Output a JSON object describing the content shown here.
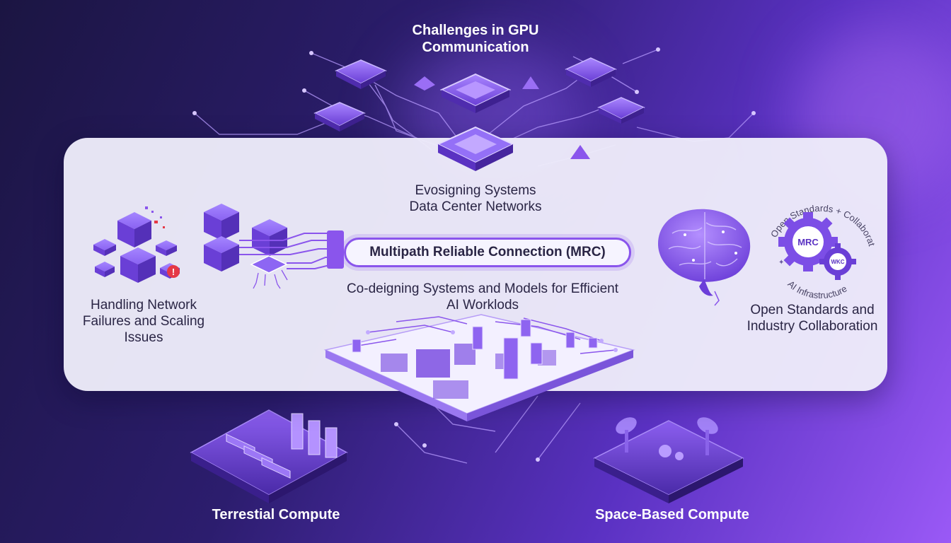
{
  "title": "Challenges in GPU\nCommunication",
  "panel": {
    "evolving_label": "Evosigning Systems\nData Center Networks",
    "mrc_label": "Multipath Reliable Connection (MRC)",
    "codesign_label": "Co-deigning Systems and Models for Efficient\nAI Worklods",
    "failures_label": "Handling Network\nFailures and Scaling\nIssues",
    "standards_label": "Open Standards and\nIndustry Collaboration",
    "badge": {
      "arc_top": "Open Standards + Collaboration",
      "arc_bottom": "AI Infrastructure",
      "gear_large": "MRC",
      "gear_small": "WKC"
    }
  },
  "terrestrial_label": "Terrestial Compute",
  "space_label": "Space-Based Compute",
  "colors": {
    "accent": "#8a55ec",
    "cube": "#7a4fe0",
    "panel": "#eeecfa",
    "alert": "#e53946"
  },
  "icons": [
    "gpu-chip-icon",
    "cube-cluster-icon",
    "alert-icon",
    "brain-icon",
    "gear-icon",
    "server-rack-icon",
    "satellite-dish-icon"
  ]
}
